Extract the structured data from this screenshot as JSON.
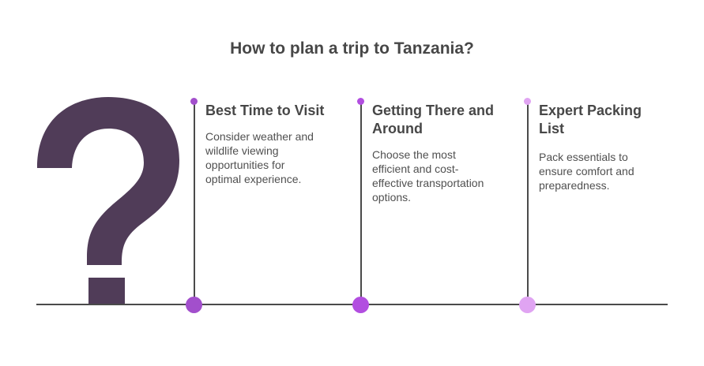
{
  "title": "How to plan a trip to Tanzania?",
  "icon": {
    "name": "question-mark-icon",
    "color": "#503c58"
  },
  "steps": [
    {
      "title_line1": "Best Time to Visit",
      "title_line2": "",
      "desc_lines": [
        "Consider weather and",
        "wildlife viewing",
        "opportunities for",
        "optimal experience."
      ],
      "color": "#a24fcc"
    },
    {
      "title_line1": "Getting There and",
      "title_line2": "Around",
      "desc_lines": [
        "Choose the most",
        "efficient and cost-",
        "effective transportation",
        "options."
      ],
      "color": "#b24ee0"
    },
    {
      "title_line1": "Expert Packing",
      "title_line2": "List",
      "desc_lines": [
        "Pack essentials to",
        "ensure comfort and",
        "preparedness."
      ],
      "color": "#e0a4f2"
    }
  ]
}
